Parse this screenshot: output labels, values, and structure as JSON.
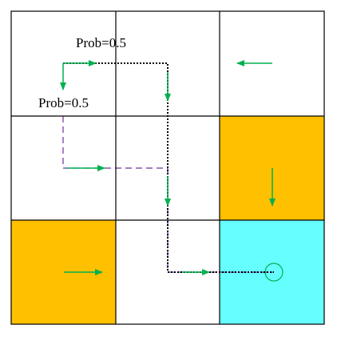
{
  "labels": {
    "prob_top": "Prob=0.5",
    "prob_left": "Prob=0.5"
  },
  "colors": {
    "forbidden": "#ffc000",
    "target": "#66ffff",
    "normal": "#ffffff",
    "grid_line": "#000000",
    "arrow": "#00b050",
    "dashed_path": "#7030a0",
    "dotted_path": "#000000"
  },
  "grid": {
    "rows": 3,
    "cols": 3,
    "cells": [
      [
        "normal",
        "normal",
        "normal"
      ],
      [
        "normal",
        "normal",
        "forbidden"
      ],
      [
        "forbidden",
        "normal",
        "target"
      ]
    ]
  },
  "policy": [
    {
      "row": 0,
      "col": 2,
      "action": "left"
    },
    {
      "row": 1,
      "col": 2,
      "action": "down"
    },
    {
      "row": 2,
      "col": 0,
      "action": "right"
    },
    {
      "row": 2,
      "col": 2,
      "action": "stay"
    }
  ]
}
